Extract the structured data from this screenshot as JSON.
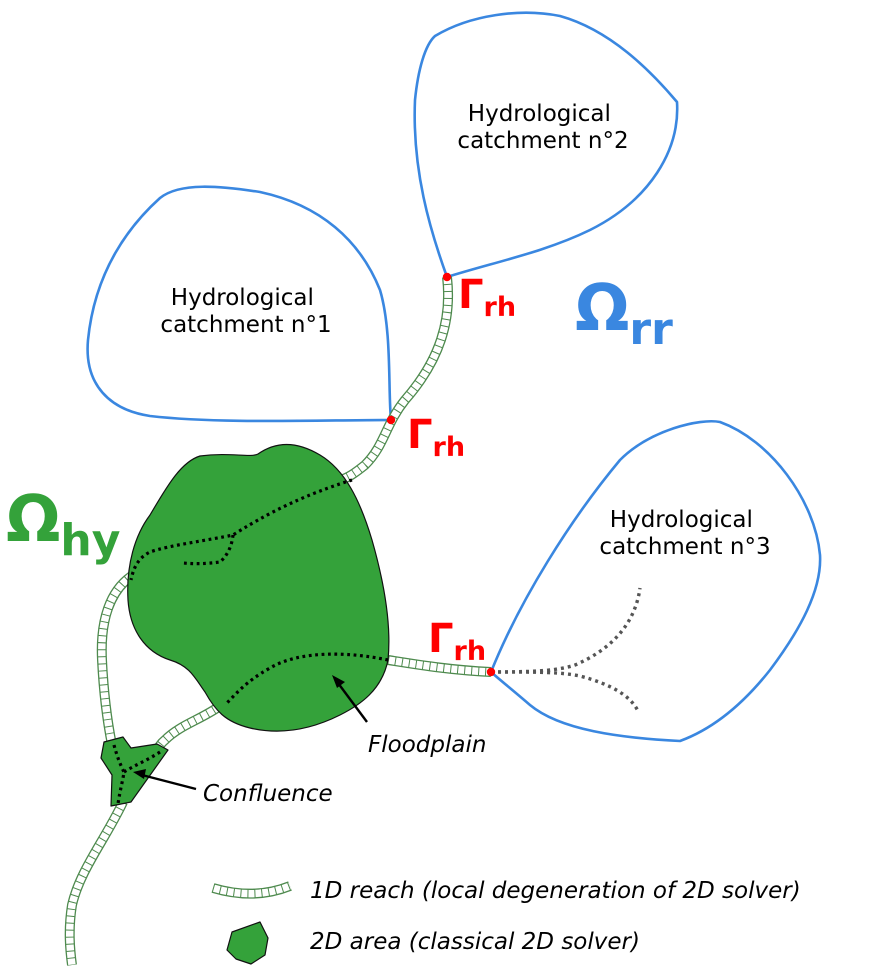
{
  "diagram": {
    "catchments": [
      {
        "line1": "Hydrological",
        "line2": "catchment n°1"
      },
      {
        "line1": "Hydrological",
        "line2": "catchment n°2"
      },
      {
        "line1": "Hydrological",
        "line2": "catchment n°3"
      }
    ],
    "domains": {
      "rr": {
        "symbol": "Ω",
        "subscript": "rr",
        "color": "#3a87e0"
      },
      "hy": {
        "symbol": "Ω",
        "subscript": "hy",
        "color": "#34a23a"
      }
    },
    "interfaces": [
      {
        "symbol": "Γ",
        "subscript": "rh"
      },
      {
        "symbol": "Γ",
        "subscript": "rh"
      },
      {
        "symbol": "Γ",
        "subscript": "rh"
      }
    ],
    "interface_color": "#ff0000",
    "annotations": {
      "floodplain": "Floodplain",
      "confluence": "Confluence"
    },
    "legend": [
      {
        "icon": "1d-reach-icon",
        "label": "1D reach (local degeneration of 2D solver)"
      },
      {
        "icon": "2d-area-icon",
        "label": "2D area (classical 2D solver)"
      }
    ],
    "colors": {
      "catchment_outline": "#3a87e0",
      "area_2d": "#34a23a",
      "reach": "#4e8a4e"
    }
  }
}
